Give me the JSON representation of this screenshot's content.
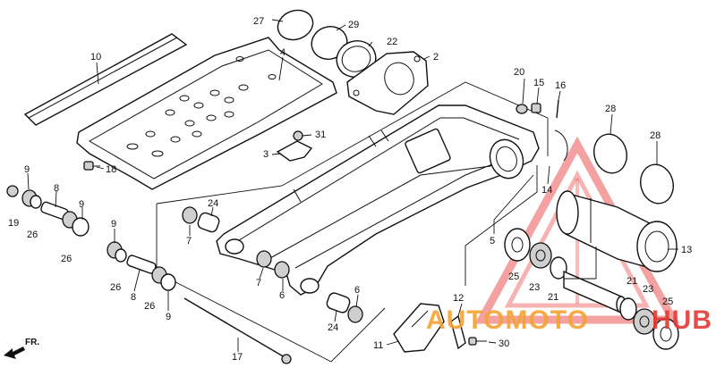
{
  "callouts": {
    "c2": "2",
    "c3": "3",
    "c4": "4",
    "c5": "5",
    "c6a": "6",
    "c6b": "6",
    "c7a": "7",
    "c7b": "7",
    "c8a": "8",
    "c8b": "8",
    "c9a": "9",
    "c9b": "9",
    "c9c": "9",
    "c9d": "9",
    "c10": "10",
    "c11": "11",
    "c12": "12",
    "c13": "13",
    "c14": "14",
    "c15": "15",
    "c16": "16",
    "c17": "17",
    "c18": "18",
    "c19": "19",
    "c20": "20",
    "c21a": "21",
    "c21b": "21",
    "c22": "22",
    "c23a": "23",
    "c23b": "23",
    "c24a": "24",
    "c24b": "24",
    "c25a": "25",
    "c25b": "25",
    "c26a": "26",
    "c26b": "26",
    "c26c": "26",
    "c26d": "26",
    "c27": "27",
    "c28a": "28",
    "c28b": "28",
    "c29": "29",
    "c30": "30",
    "c31": "31"
  },
  "direction_label": "FR.",
  "watermark": {
    "text_left": "AUTOMOTO",
    "text_right": "HUB",
    "color_red": "#e53935",
    "color_orange": "#f4a233"
  }
}
